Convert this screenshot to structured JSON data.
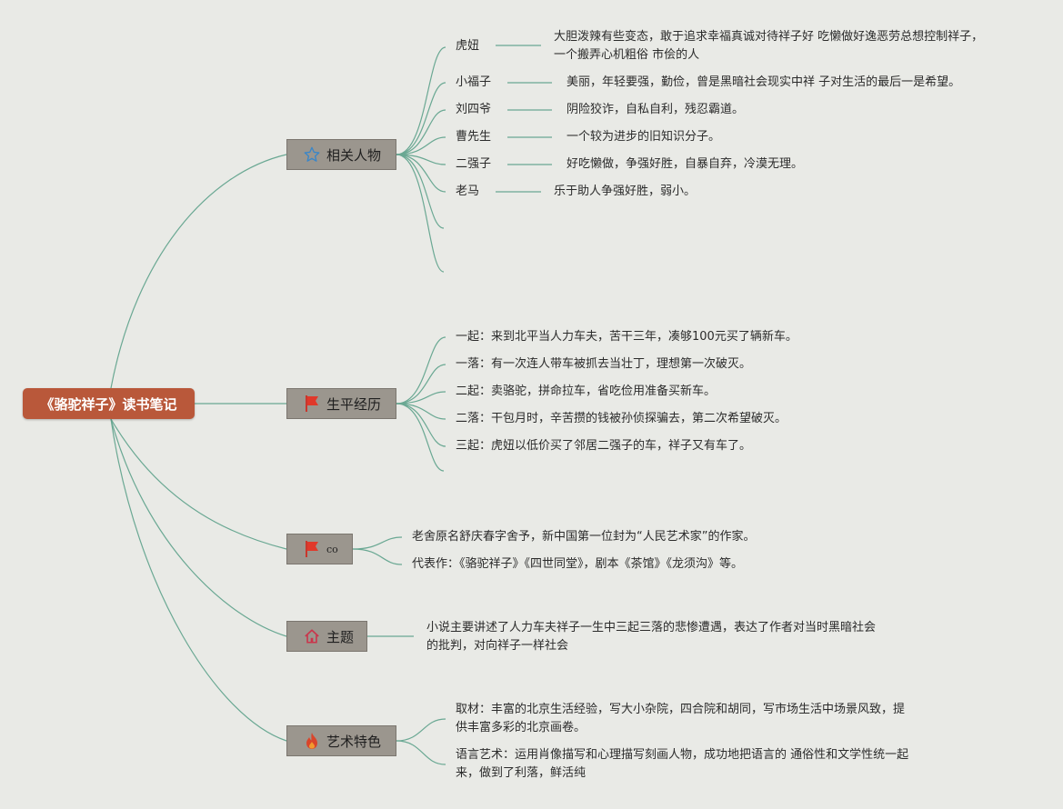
{
  "root": {
    "label": "《骆驼祥子》读书笔记"
  },
  "colors": {
    "root_bg": "#b9583a",
    "branch_bg": "#9b968e",
    "link": "#6aa893",
    "background": "#e9eae6"
  },
  "branches": {
    "characters": {
      "label": "相关人物",
      "icon": "star-icon",
      "items": [
        {
          "name": "虎妞",
          "desc": "大胆泼辣有些变态，敢于追求幸福真诚对待祥子好 吃懒做好逸恶劳总想控制祥子，一个搬弄心机粗俗 市侩的人"
        },
        {
          "name": "小福子",
          "desc": "美丽，年轻要强，勤俭，曾是黑暗社会现实中祥 子对生活的最后一是希望。"
        },
        {
          "name": "刘四爷",
          "desc": "阴险狡诈，自私自利，残忍霸道。"
        },
        {
          "name": "曹先生",
          "desc": "一个较为进步的旧知识分子。"
        },
        {
          "name": "二强子",
          "desc": "好吃懒做，争强好胜，自暴自弃，冷漠无理。"
        },
        {
          "name": "老马",
          "desc": "乐于助人争强好胜，弱小。"
        }
      ]
    },
    "life": {
      "label": "生平经历",
      "icon": "flag-icon",
      "items": [
        "一起：来到北平当人力车夫，苦干三年，凑够100元买了辆新车。",
        "一落：有一次连人带车被抓去当壮丁，理想第一次破灭。",
        "二起：卖骆驼，拼命拉车，省吃俭用准备买新车。",
        "二落：干包月时，辛苦攒的钱被孙侦探骗去，第二次希望破灭。",
        "三起：虎妞以低价买了邻居二强子的车，祥子又有车了。"
      ]
    },
    "author": {
      "label": "co",
      "icon": "flag-icon",
      "items": [
        "老舍原名舒庆春字舍予，新中国第一位封为“人民艺术家”的作家。",
        "代表作：《骆驼祥子》《四世同堂》，剧本《茶馆》《龙须沟》等。"
      ]
    },
    "theme": {
      "label": "主题",
      "icon": "house-icon",
      "text": "小说主要讲述了人力车夫祥子一生中三起三落的悲惨遭遇，表达了作者对当时黑暗社会的批判，对向祥子一样社会"
    },
    "art": {
      "label": "艺术特色",
      "icon": "fire-icon",
      "items": [
        "取材：丰富的北京生活经验，写大小杂院，四合院和胡同，写市场生活中场景风致，提供丰富多彩的北京画卷。",
        "语言艺术：运用肖像描写和心理描写刻画人物，成功地把语言的 通俗性和文学性统一起来，做到了利落，鲜活纯"
      ]
    }
  }
}
